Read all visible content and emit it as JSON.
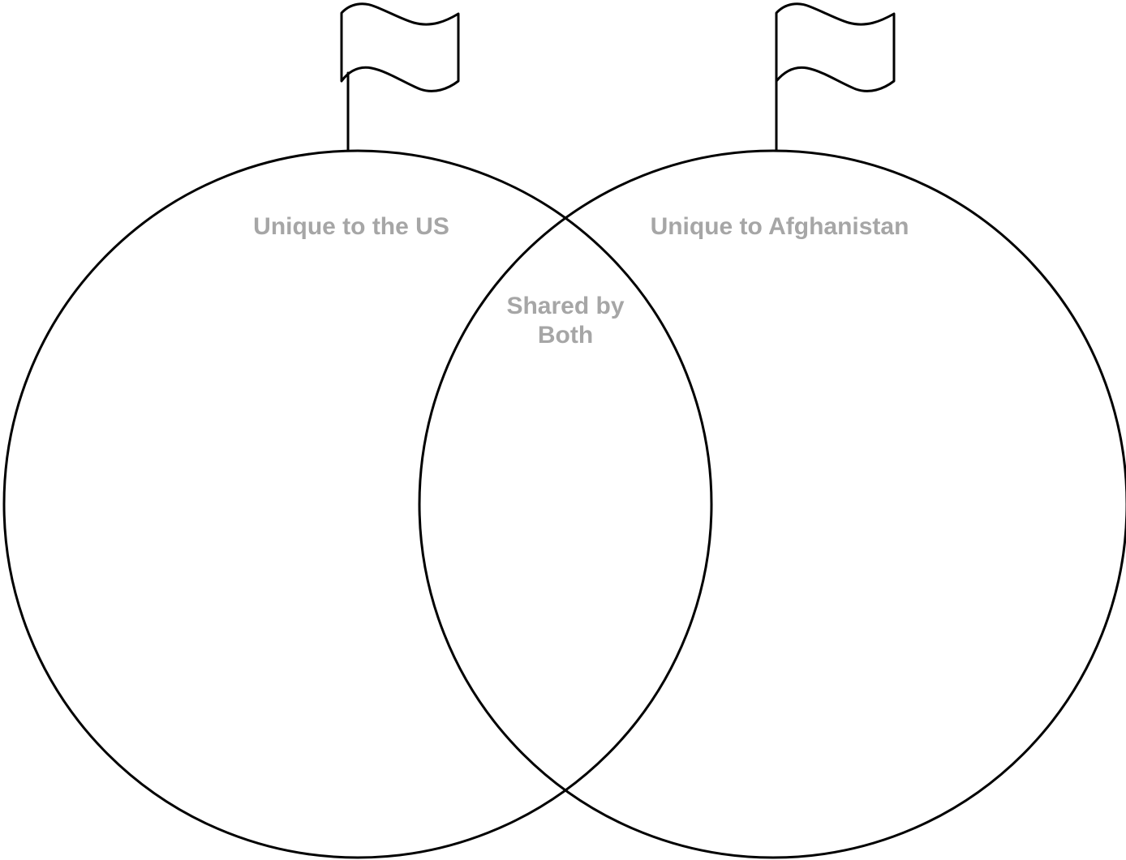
{
  "venn": {
    "left": {
      "label": "Unique to the US"
    },
    "right": {
      "label": "Unique to Afghanistan"
    },
    "overlap": {
      "label_line1": "Shared by",
      "label_line2": "Both"
    }
  },
  "colors": {
    "outline": "#000000",
    "label_text": "#a6a6a6",
    "background": "#ffffff"
  },
  "icons": {
    "left_flag": "flag-icon",
    "right_flag": "flag-icon"
  }
}
